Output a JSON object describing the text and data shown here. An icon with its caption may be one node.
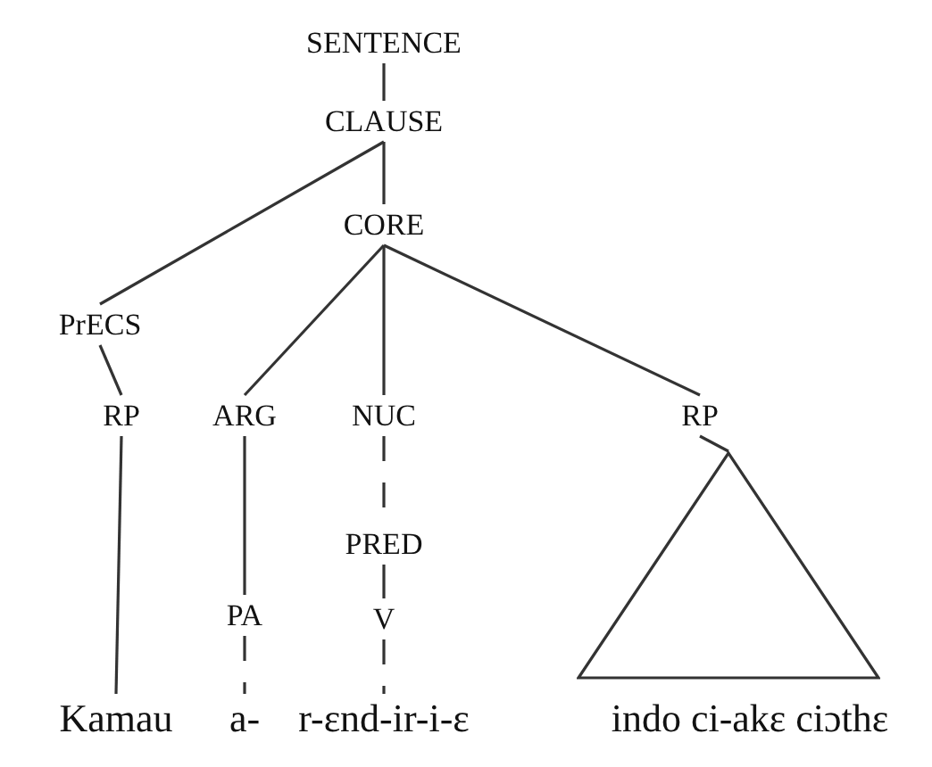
{
  "diagram": {
    "nodes": [
      {
        "text": [
          "SENTENCE"
        ]
      },
      {
        "text": [
          "CLAUSE"
        ]
      },
      {
        "text": [
          "CORE"
        ]
      },
      {
        "text": [
          "PrECS"
        ]
      },
      {
        "text": [
          "RP"
        ]
      },
      {
        "text": [
          "ARG"
        ]
      },
      {
        "text": [
          "NUC"
        ]
      },
      {
        "text": [
          "RP"
        ]
      },
      {
        "text": [
          "PRED"
        ]
      },
      {
        "text": [
          "PA"
        ]
      },
      {
        "text": [
          "V"
        ]
      },
      {
        "text": [
          "Kamau"
        ]
      },
      {
        "text": [
          "a-"
        ]
      },
      {
        "text": [
          "r-ɛnd-ir-i-ɛ"
        ]
      },
      {
        "text": [
          "indo ci-akɛ ciɔthɛ"
        ]
      },
      {
        "text": [],
        "shape": "triangle"
      }
    ],
    "edges": [
      {
        "from": 0,
        "to": 1,
        "arrow": "none"
      },
      {
        "from": 1,
        "to": 3,
        "arrow": "none"
      },
      {
        "from": 1,
        "to": 2,
        "arrow": "none"
      },
      {
        "from": 2,
        "to": 5,
        "arrow": "none"
      },
      {
        "from": 2,
        "to": 6,
        "arrow": "none"
      },
      {
        "from": 2,
        "to": 7,
        "arrow": "none"
      },
      {
        "from": 3,
        "to": 4,
        "arrow": "none"
      },
      {
        "from": 4,
        "to": 11,
        "arrow": "none"
      },
      {
        "from": 5,
        "to": 9,
        "arrow": "none"
      },
      {
        "from": 9,
        "to": 12,
        "arrow": "none",
        "style": "dashed"
      },
      {
        "from": 6,
        "to": 8,
        "arrow": "none",
        "style": "dashed"
      },
      {
        "from": 8,
        "to": 10,
        "arrow": "none"
      },
      {
        "from": 10,
        "to": 13,
        "arrow": "none",
        "style": "dashed"
      },
      {
        "from": 7,
        "to": 15,
        "arrow": "none"
      }
    ]
  }
}
